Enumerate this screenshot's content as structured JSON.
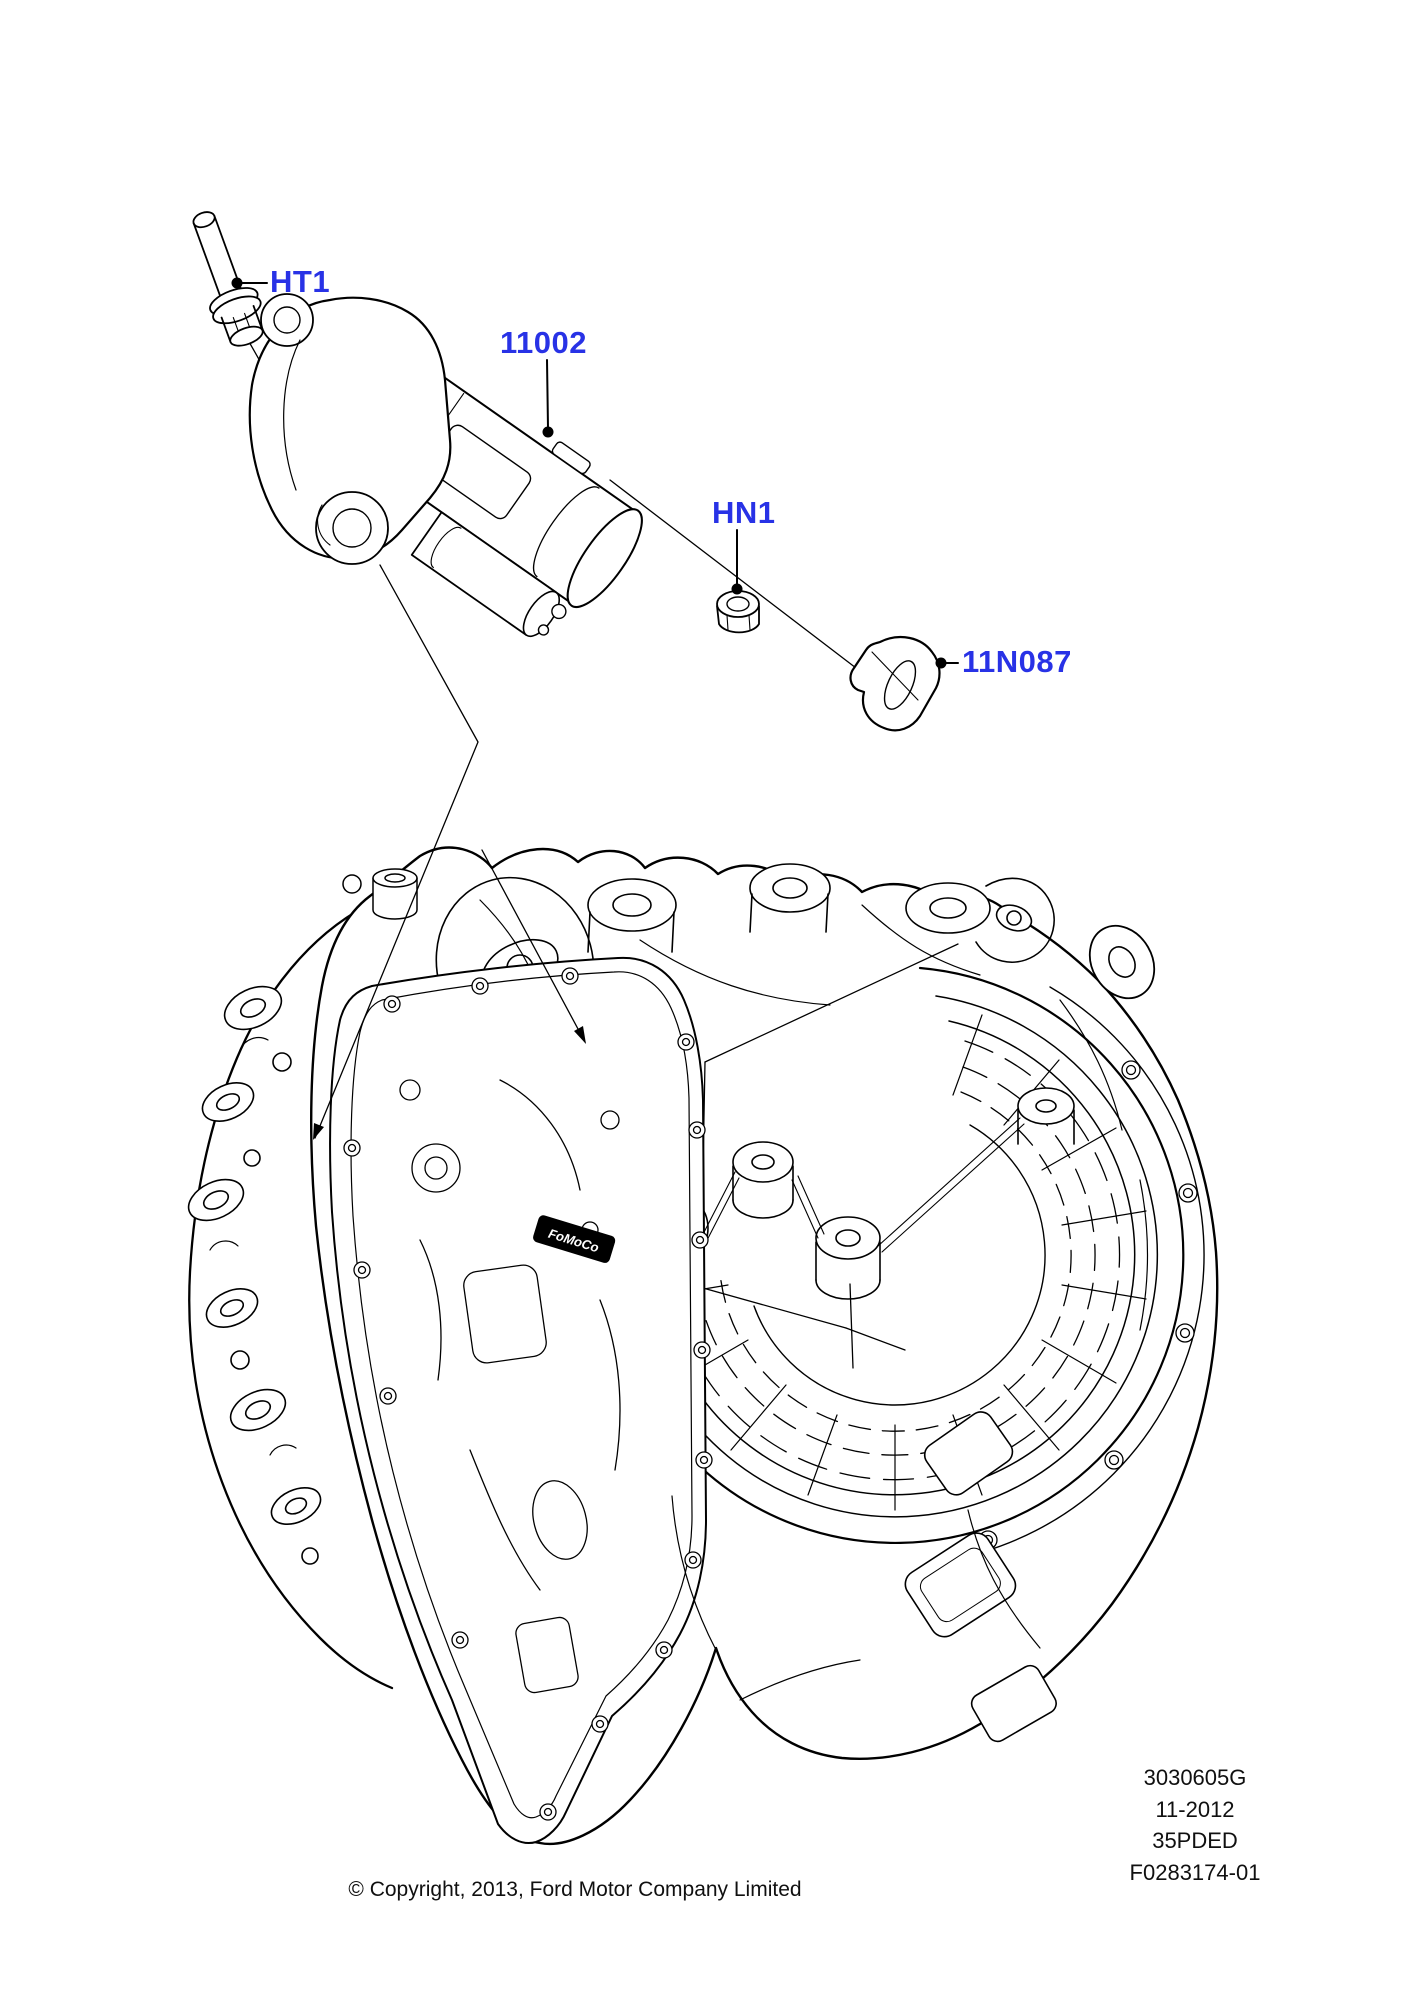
{
  "diagram": {
    "background": "#ffffff",
    "label_color": "#2832e6",
    "line_color": "#000000",
    "part_labels": [
      {
        "id": "ht1",
        "text": "HT1"
      },
      {
        "id": "11002",
        "text": "11002"
      },
      {
        "id": "hn1",
        "text": "HN1"
      },
      {
        "id": "11n087",
        "text": "11N087"
      }
    ],
    "embossed_logo": "FoMoCo"
  },
  "footer": {
    "reference_codes": [
      "3030605G",
      "11-2012",
      "35PDED",
      "F0283174-01"
    ],
    "copyright": "© Copyright, 2013, Ford Motor Company Limited"
  }
}
